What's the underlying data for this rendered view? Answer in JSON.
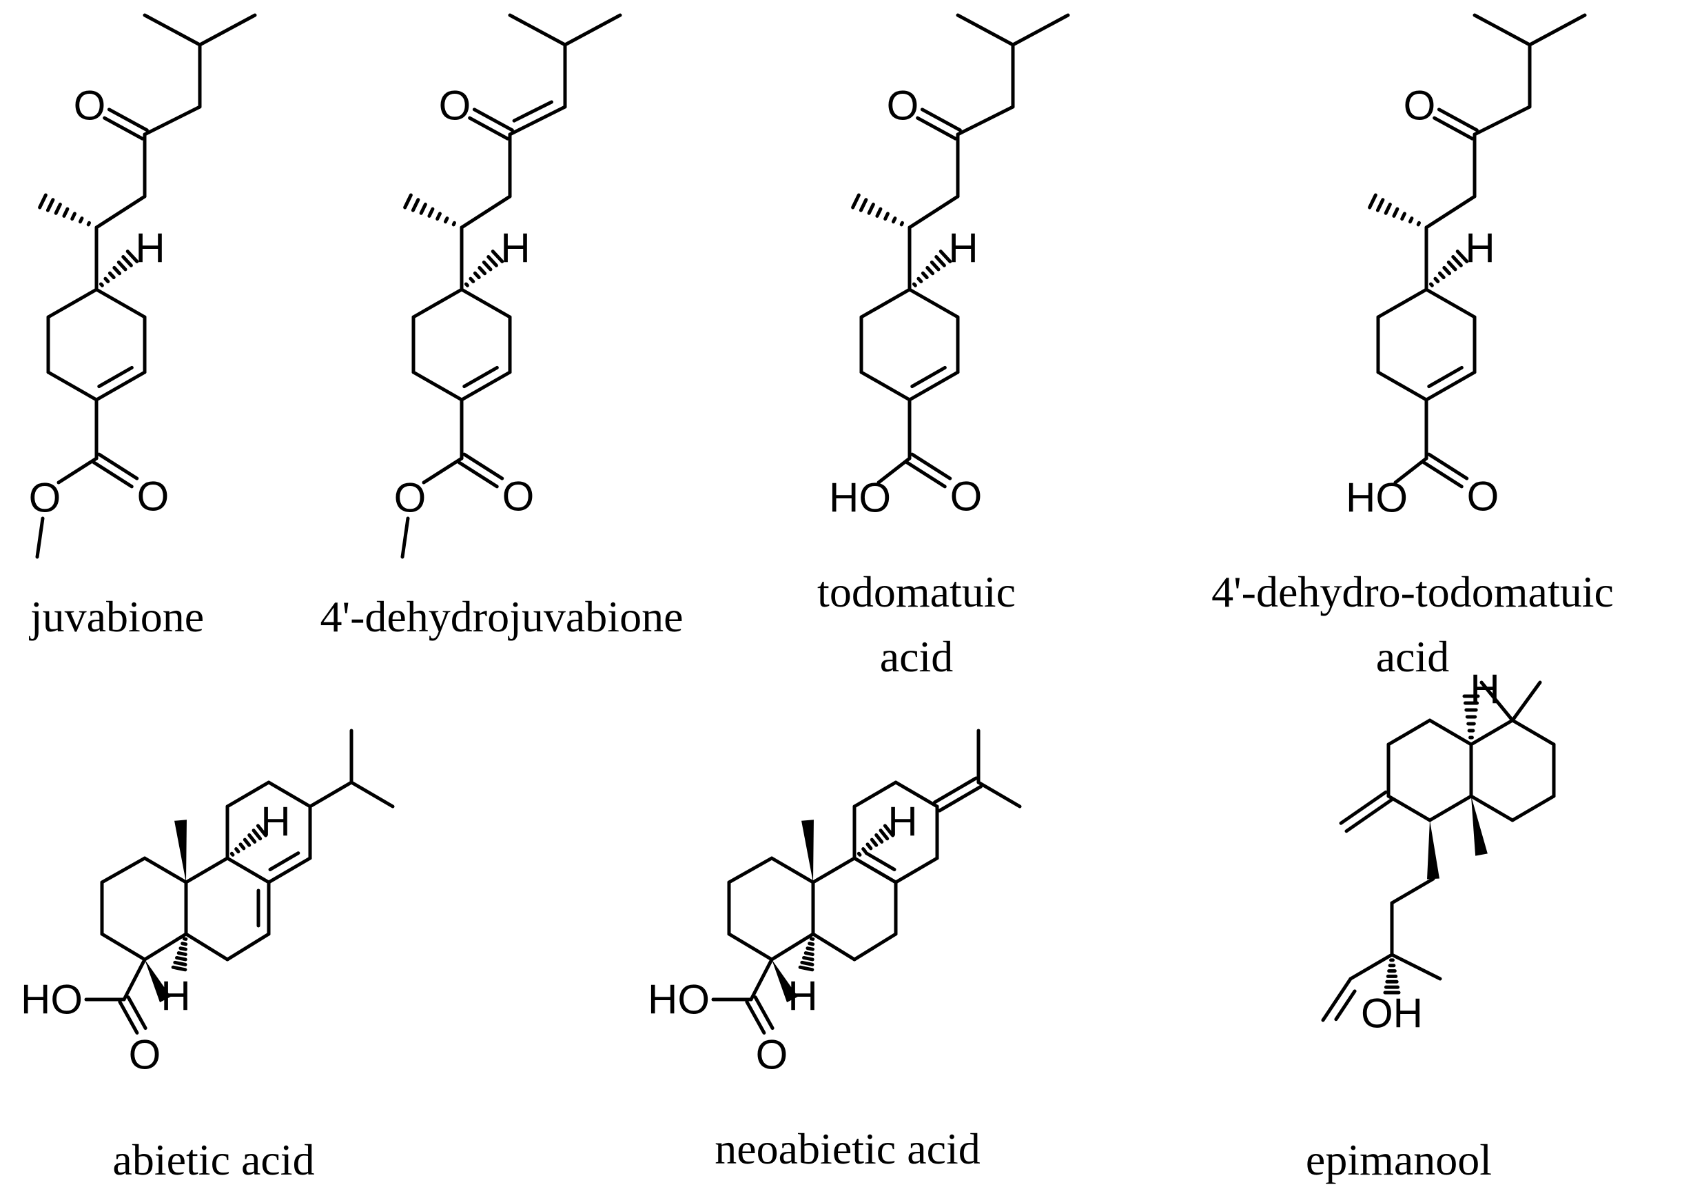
{
  "compounds": [
    {
      "id": "juvabione",
      "caption": [
        "juvabione"
      ],
      "atoms": [
        "O",
        "H",
        "O",
        "O"
      ]
    },
    {
      "id": "dehydrojuvabione",
      "caption": [
        "4'-dehydrojuvabione"
      ],
      "atoms": [
        "O",
        "H",
        "O",
        "O"
      ]
    },
    {
      "id": "todomatuic",
      "caption": [
        "todomatuic",
        "acid"
      ],
      "atoms": [
        "O",
        "H",
        "HO",
        "O"
      ]
    },
    {
      "id": "dehydrotodomatuic",
      "caption": [
        "4'-dehydro-todomatuic",
        "acid"
      ],
      "atoms": [
        "O",
        "H",
        "HO",
        "O"
      ]
    },
    {
      "id": "abietic",
      "caption": [
        "abietic acid"
      ],
      "atoms": [
        "H",
        "HO",
        "O",
        "H"
      ]
    },
    {
      "id": "neoabietic",
      "caption": [
        "neoabietic acid"
      ],
      "atoms": [
        "H",
        "HO",
        "O",
        "H"
      ]
    },
    {
      "id": "epimanool",
      "caption": [
        "epimanool"
      ],
      "atoms": [
        "H",
        "OH"
      ]
    }
  ]
}
